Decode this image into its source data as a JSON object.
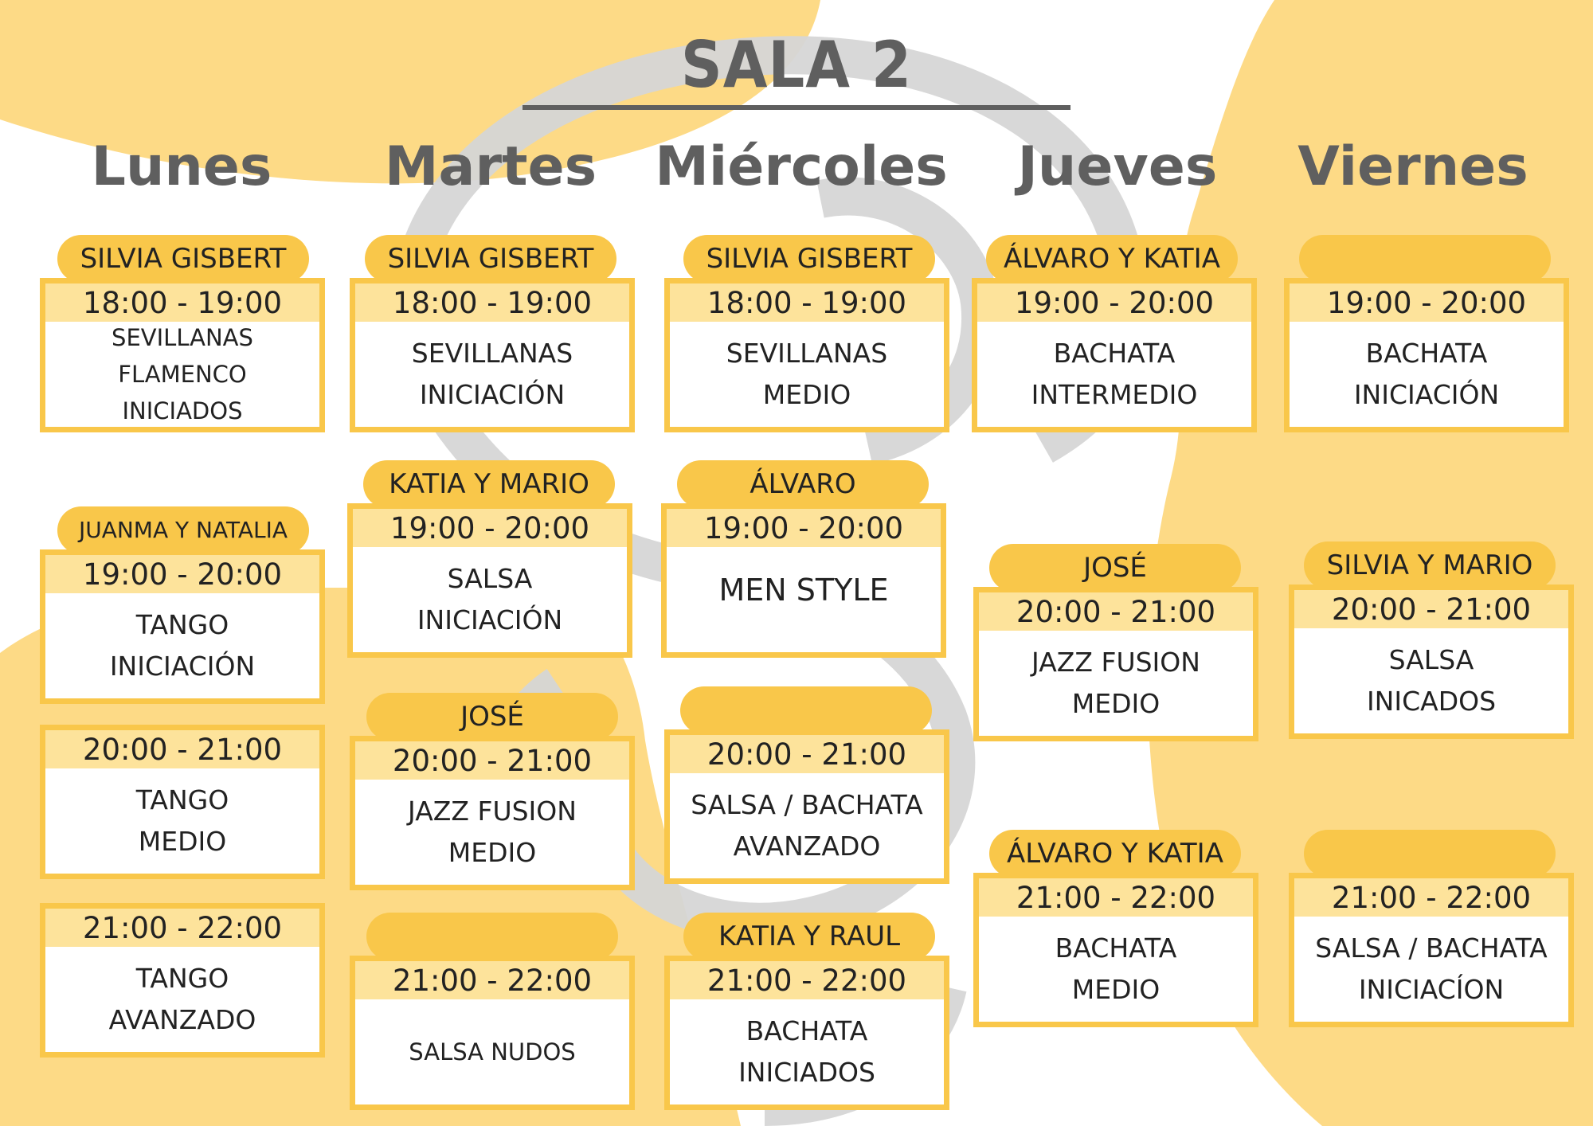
{
  "title": "SALA 2",
  "colors": {
    "accent": "#f9c74a",
    "time_band": "#fde39b",
    "heading": "#5f5f5f",
    "background_blob": "#fdda86",
    "watermark": "#d6d6d6"
  },
  "days": [
    "Lunes",
    "Martes",
    "Miércoles",
    "Jueves",
    "Viernes"
  ],
  "schedule": {
    "lunes": [
      {
        "teacher": "SILVIA GISBERT",
        "time": "18:00 - 19:00",
        "lines": [
          "SEVILLANAS",
          "FLAMENCO",
          "INICIADOS"
        ]
      },
      {
        "teacher": "JUANMA Y NATALIA",
        "time": "19:00 - 20:00",
        "lines": [
          "TANGO",
          "INICIACIÓN"
        ]
      },
      {
        "teacher": "",
        "time": "20:00 - 21:00",
        "lines": [
          "TANGO",
          "MEDIO"
        ]
      },
      {
        "teacher": "",
        "time": "21:00 - 22:00",
        "lines": [
          "TANGO",
          "AVANZADO"
        ]
      }
    ],
    "martes": [
      {
        "teacher": "SILVIA GISBERT",
        "time": "18:00 - 19:00",
        "lines": [
          "SEVILLANAS",
          "INICIACIÓN"
        ]
      },
      {
        "teacher": "KATIA Y MARIO",
        "time": "19:00 - 20:00",
        "lines": [
          "SALSA",
          "INICIACIÓN"
        ]
      },
      {
        "teacher": "JOSÉ",
        "time": "20:00 - 21:00",
        "lines": [
          "JAZZ FUSION",
          "MEDIO"
        ]
      },
      {
        "teacher": "",
        "time": "21:00 - 22:00",
        "lines": [
          "SALSA NUDOS"
        ]
      }
    ],
    "miercoles": [
      {
        "teacher": "SILVIA GISBERT",
        "time": "18:00 - 19:00",
        "lines": [
          "SEVILLANAS",
          "MEDIO"
        ]
      },
      {
        "teacher": "ÁLVARO",
        "time": "19:00 - 20:00",
        "lines": [
          "MEN STYLE"
        ]
      },
      {
        "teacher": "",
        "time": "20:00 - 21:00",
        "lines": [
          "SALSA / BACHATA",
          "AVANZADO"
        ]
      },
      {
        "teacher": "KATIA Y RAUL",
        "time": "21:00 - 22:00",
        "lines": [
          "BACHATA",
          "INICIADOS"
        ]
      }
    ],
    "jueves": [
      {
        "teacher": "ÁLVARO Y KATIA",
        "time": "19:00 - 20:00",
        "lines": [
          "BACHATA",
          "INTERMEDIO"
        ]
      },
      {
        "teacher": "JOSÉ",
        "time": "20:00 - 21:00",
        "lines": [
          "JAZZ FUSION",
          "MEDIO"
        ]
      },
      {
        "teacher": "ÁLVARO Y KATIA",
        "time": "21:00 - 22:00",
        "lines": [
          "BACHATA",
          "MEDIO"
        ]
      }
    ],
    "viernes": [
      {
        "teacher": "",
        "time": "19:00 - 20:00",
        "lines": [
          "BACHATA",
          "INICIACIÓN"
        ]
      },
      {
        "teacher": "SILVIA Y MARIO",
        "time": "20:00 - 21:00",
        "lines": [
          "SALSA",
          "INICADOS"
        ]
      },
      {
        "teacher": "",
        "time": "21:00 - 22:00",
        "lines": [
          "SALSA / BACHATA",
          "INICIACÍON"
        ]
      }
    ]
  }
}
